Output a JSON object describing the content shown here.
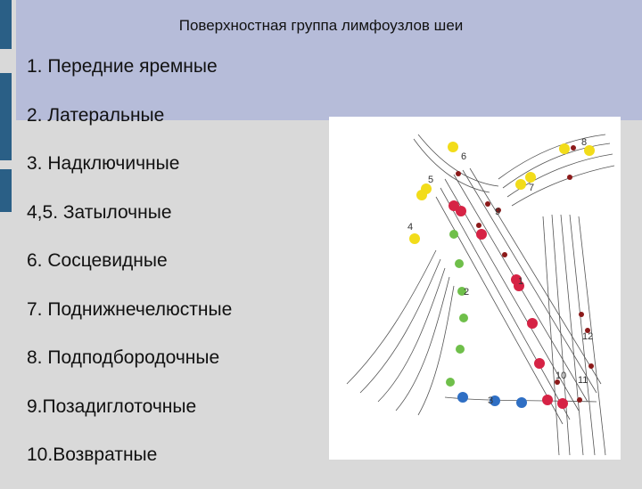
{
  "title": "Поверхностная группа лимфоузлов шеи",
  "items": [
    "1. Передние яремные",
    "2. Латеральные",
    "3. Надключичные",
    "4,5. Затылочные",
    "6. Сосцевидные",
    "7. Поднижнечелюстные",
    "8. Подподбородочные",
    "9.Позадиглоточные",
    "10.Возвратные"
  ],
  "figure": {
    "labels": [
      "6",
      "8",
      "5",
      "7",
      "9",
      "4",
      "1",
      "2",
      "12",
      "10",
      "11",
      "3"
    ]
  },
  "colors": {
    "band": "#b6bcd9",
    "background": "#d9d9d9",
    "accent_bar": "#2a5f86",
    "node_yellow": "#f2dc1a",
    "node_green": "#6fbf4a",
    "node_red": "#d62345",
    "node_darkred": "#8c1a1a",
    "node_blue": "#2f6fc4"
  }
}
